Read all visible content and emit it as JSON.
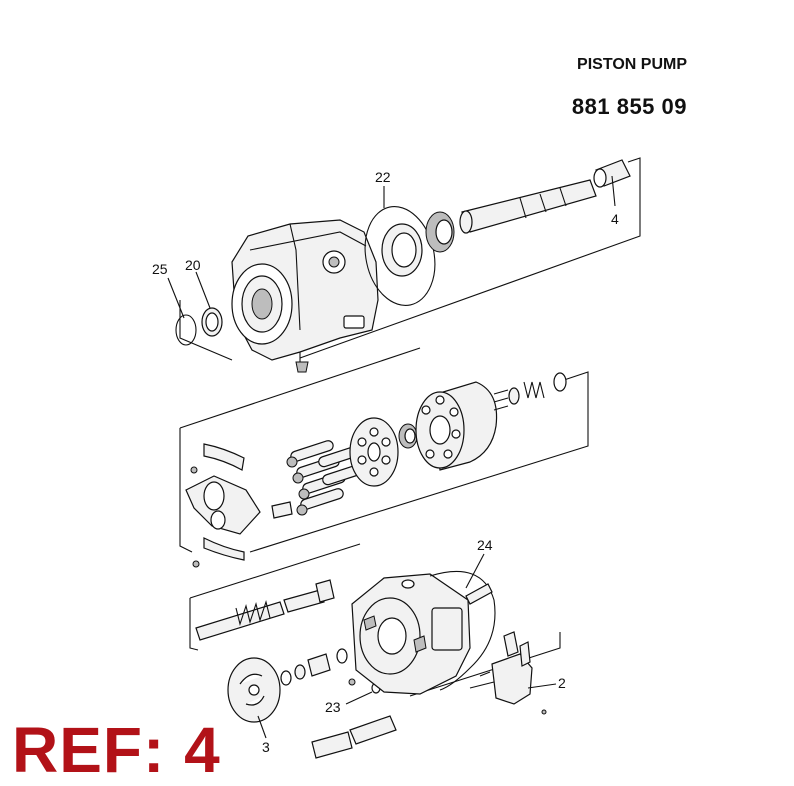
{
  "header": {
    "title": "PISTON PUMP",
    "part_number": "881 855 09"
  },
  "ref_label": "REF: 4",
  "callouts": {
    "c22": "22",
    "c4": "4",
    "c25": "25",
    "c20": "20",
    "c24": "24",
    "c2": "2",
    "c23": "23",
    "c3": "3"
  },
  "colors": {
    "ref_red": "#b21218",
    "line": "#111111"
  }
}
